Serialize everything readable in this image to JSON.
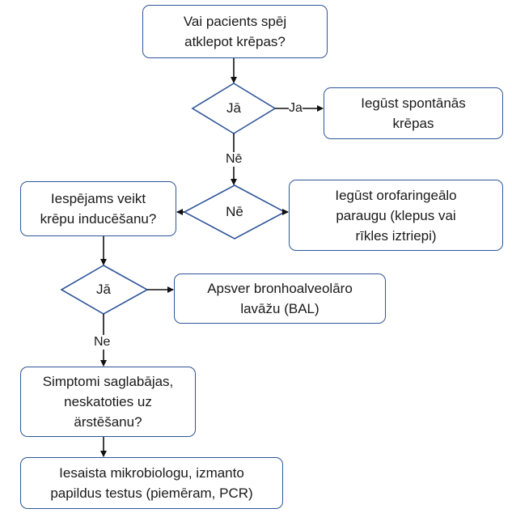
{
  "nodes": {
    "q_cough": "Vai pacients spēj\natklepot krēpas?",
    "spontaneous": "Iegūst spontānās\nkrēpas",
    "induction": "Iespējams veikt\nkrēpu inducēšanu?",
    "oropharyngeal": "Iegūst orofaringeālo\nparaugu (klepus vai\nrīkles iztriepi)",
    "bal": "Apsver bronhoalveolāro\nlavāžu (BAL)",
    "symptoms": "Simptomi saglabājas,\nneskatoties uz\närstēšanu?",
    "microbiologist": "Iesaista mikrobiologu, izmanto\npapildus testus (piemēram, PCR)"
  },
  "decisions": {
    "d1": "Jā",
    "d2": "Nē",
    "d3": "Jā"
  },
  "edge_labels": {
    "d1_yes": "Ja",
    "d1_no": "Nē",
    "d3_no": "Ne"
  },
  "colors": {
    "border": "#2f5597",
    "arrow": "#111111"
  }
}
